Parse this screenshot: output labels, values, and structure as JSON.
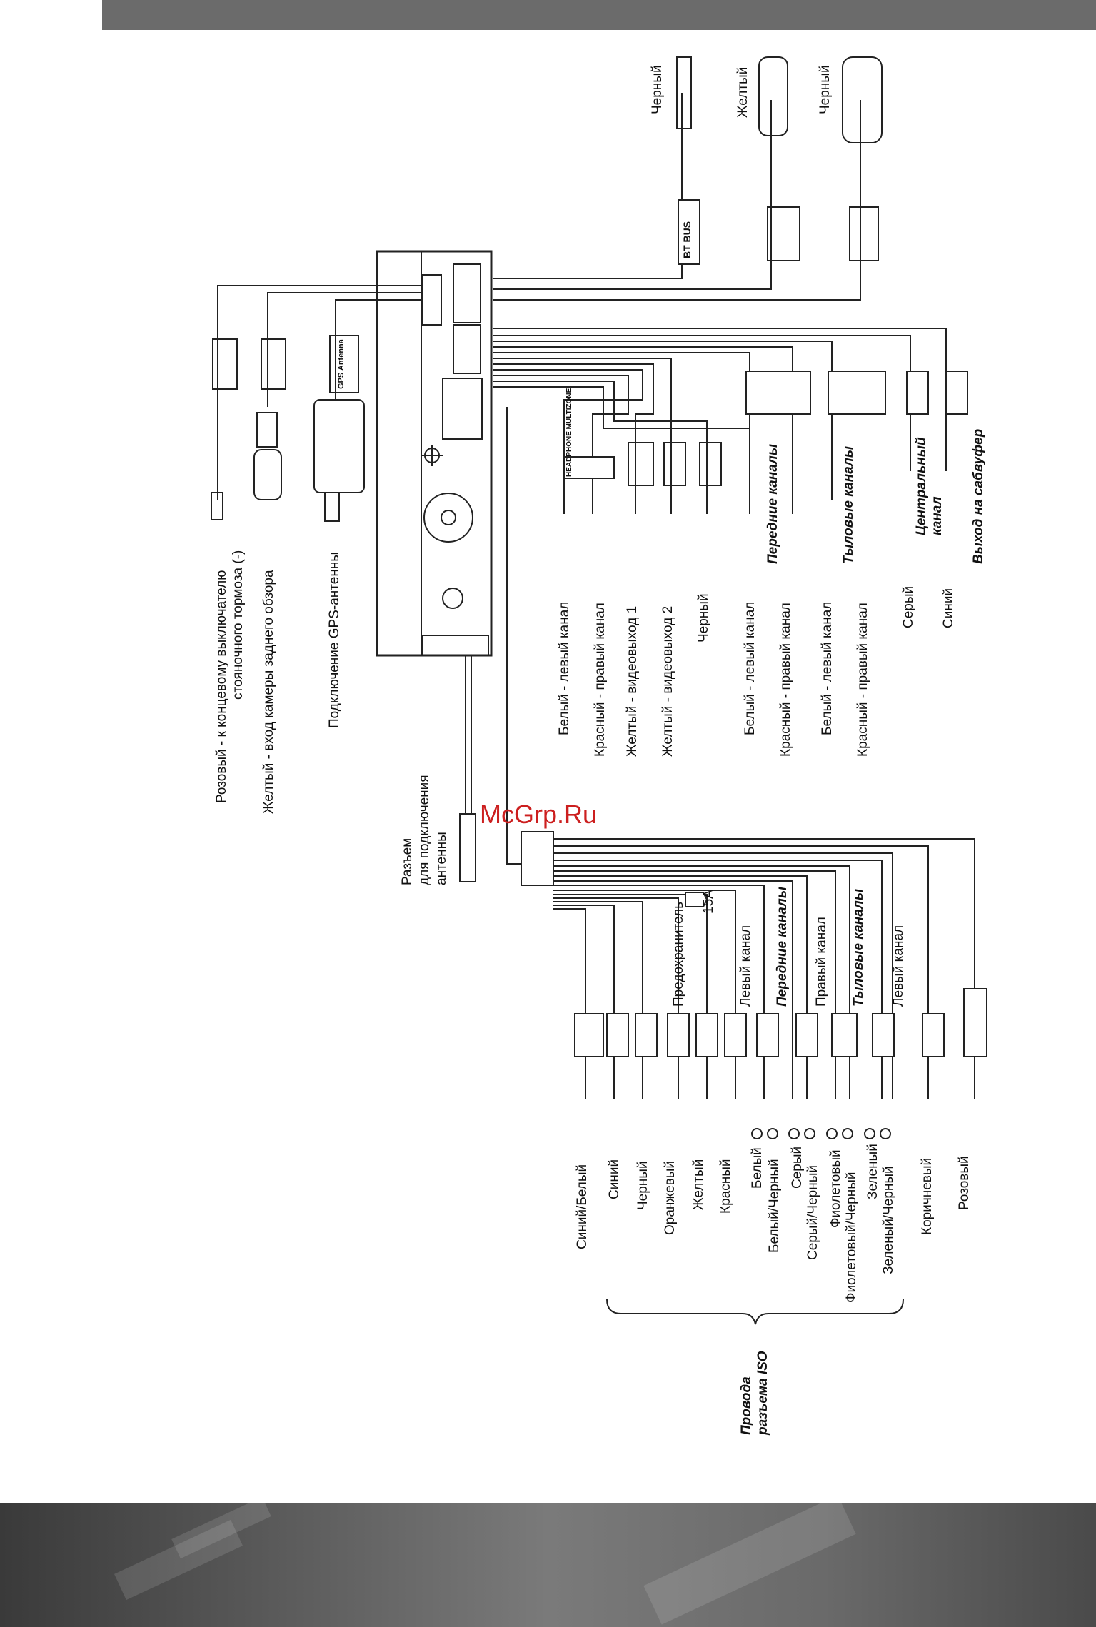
{
  "watermark": "McGrp.Ru",
  "left_labels": {
    "brake": "Розовый - к концевому выключателю",
    "brake2": "стояночного тормоза (-)",
    "camera": "Желтый - вход камеры заднего обзора",
    "gps": "Подключение GPS-антенны",
    "gps_box": "GPS Antenna"
  },
  "antenna": [
    "Разъем",
    "для подключения",
    "антенны"
  ],
  "top_connectors": {
    "bt_color": "Черный",
    "bt_label": "BT BUS",
    "yellow": "Желтый",
    "black": "Черный"
  },
  "headphone_label": "HEADPHONE MULTIZONE",
  "rca_outputs": [
    "Белый - левый канал",
    "Красный - правый канал",
    "Желтый - видеовыход 1",
    "Желтый - видеовыход 2",
    "Черный",
    "Белый - левый канал",
    "Красный - правый канал",
    "Белый - левый канал",
    "Красный - правый канал",
    "Серый",
    "Синий"
  ],
  "rca_groups": {
    "front": "Передние каналы",
    "rear": "Тыловые каналы",
    "center": "Центральный",
    "center2": "канал",
    "sub": "Выход на сабвуфер"
  },
  "iso_mid": {
    "fuse": "Предохранитель",
    "fuse_val": "15A",
    "left1": "Левый канал",
    "front": "Передние каналы",
    "right": "Правый канал",
    "rear": "Тыловые каналы",
    "left2": "Левый канал"
  },
  "iso_wires": [
    "Синий/Белый",
    "Синий",
    "Черный",
    "Оранжевый",
    "Желтый",
    "Красный",
    "Белый",
    "Белый/Черный",
    "Серый",
    "Серый/Черный",
    "Фиолетовый",
    "Фиолетовый/Черный",
    "Зеленый",
    "Зеленый/Черный",
    "Коричневый",
    "Розовый"
  ],
  "iso_caption": [
    "Провода",
    "разъема ISO"
  ]
}
